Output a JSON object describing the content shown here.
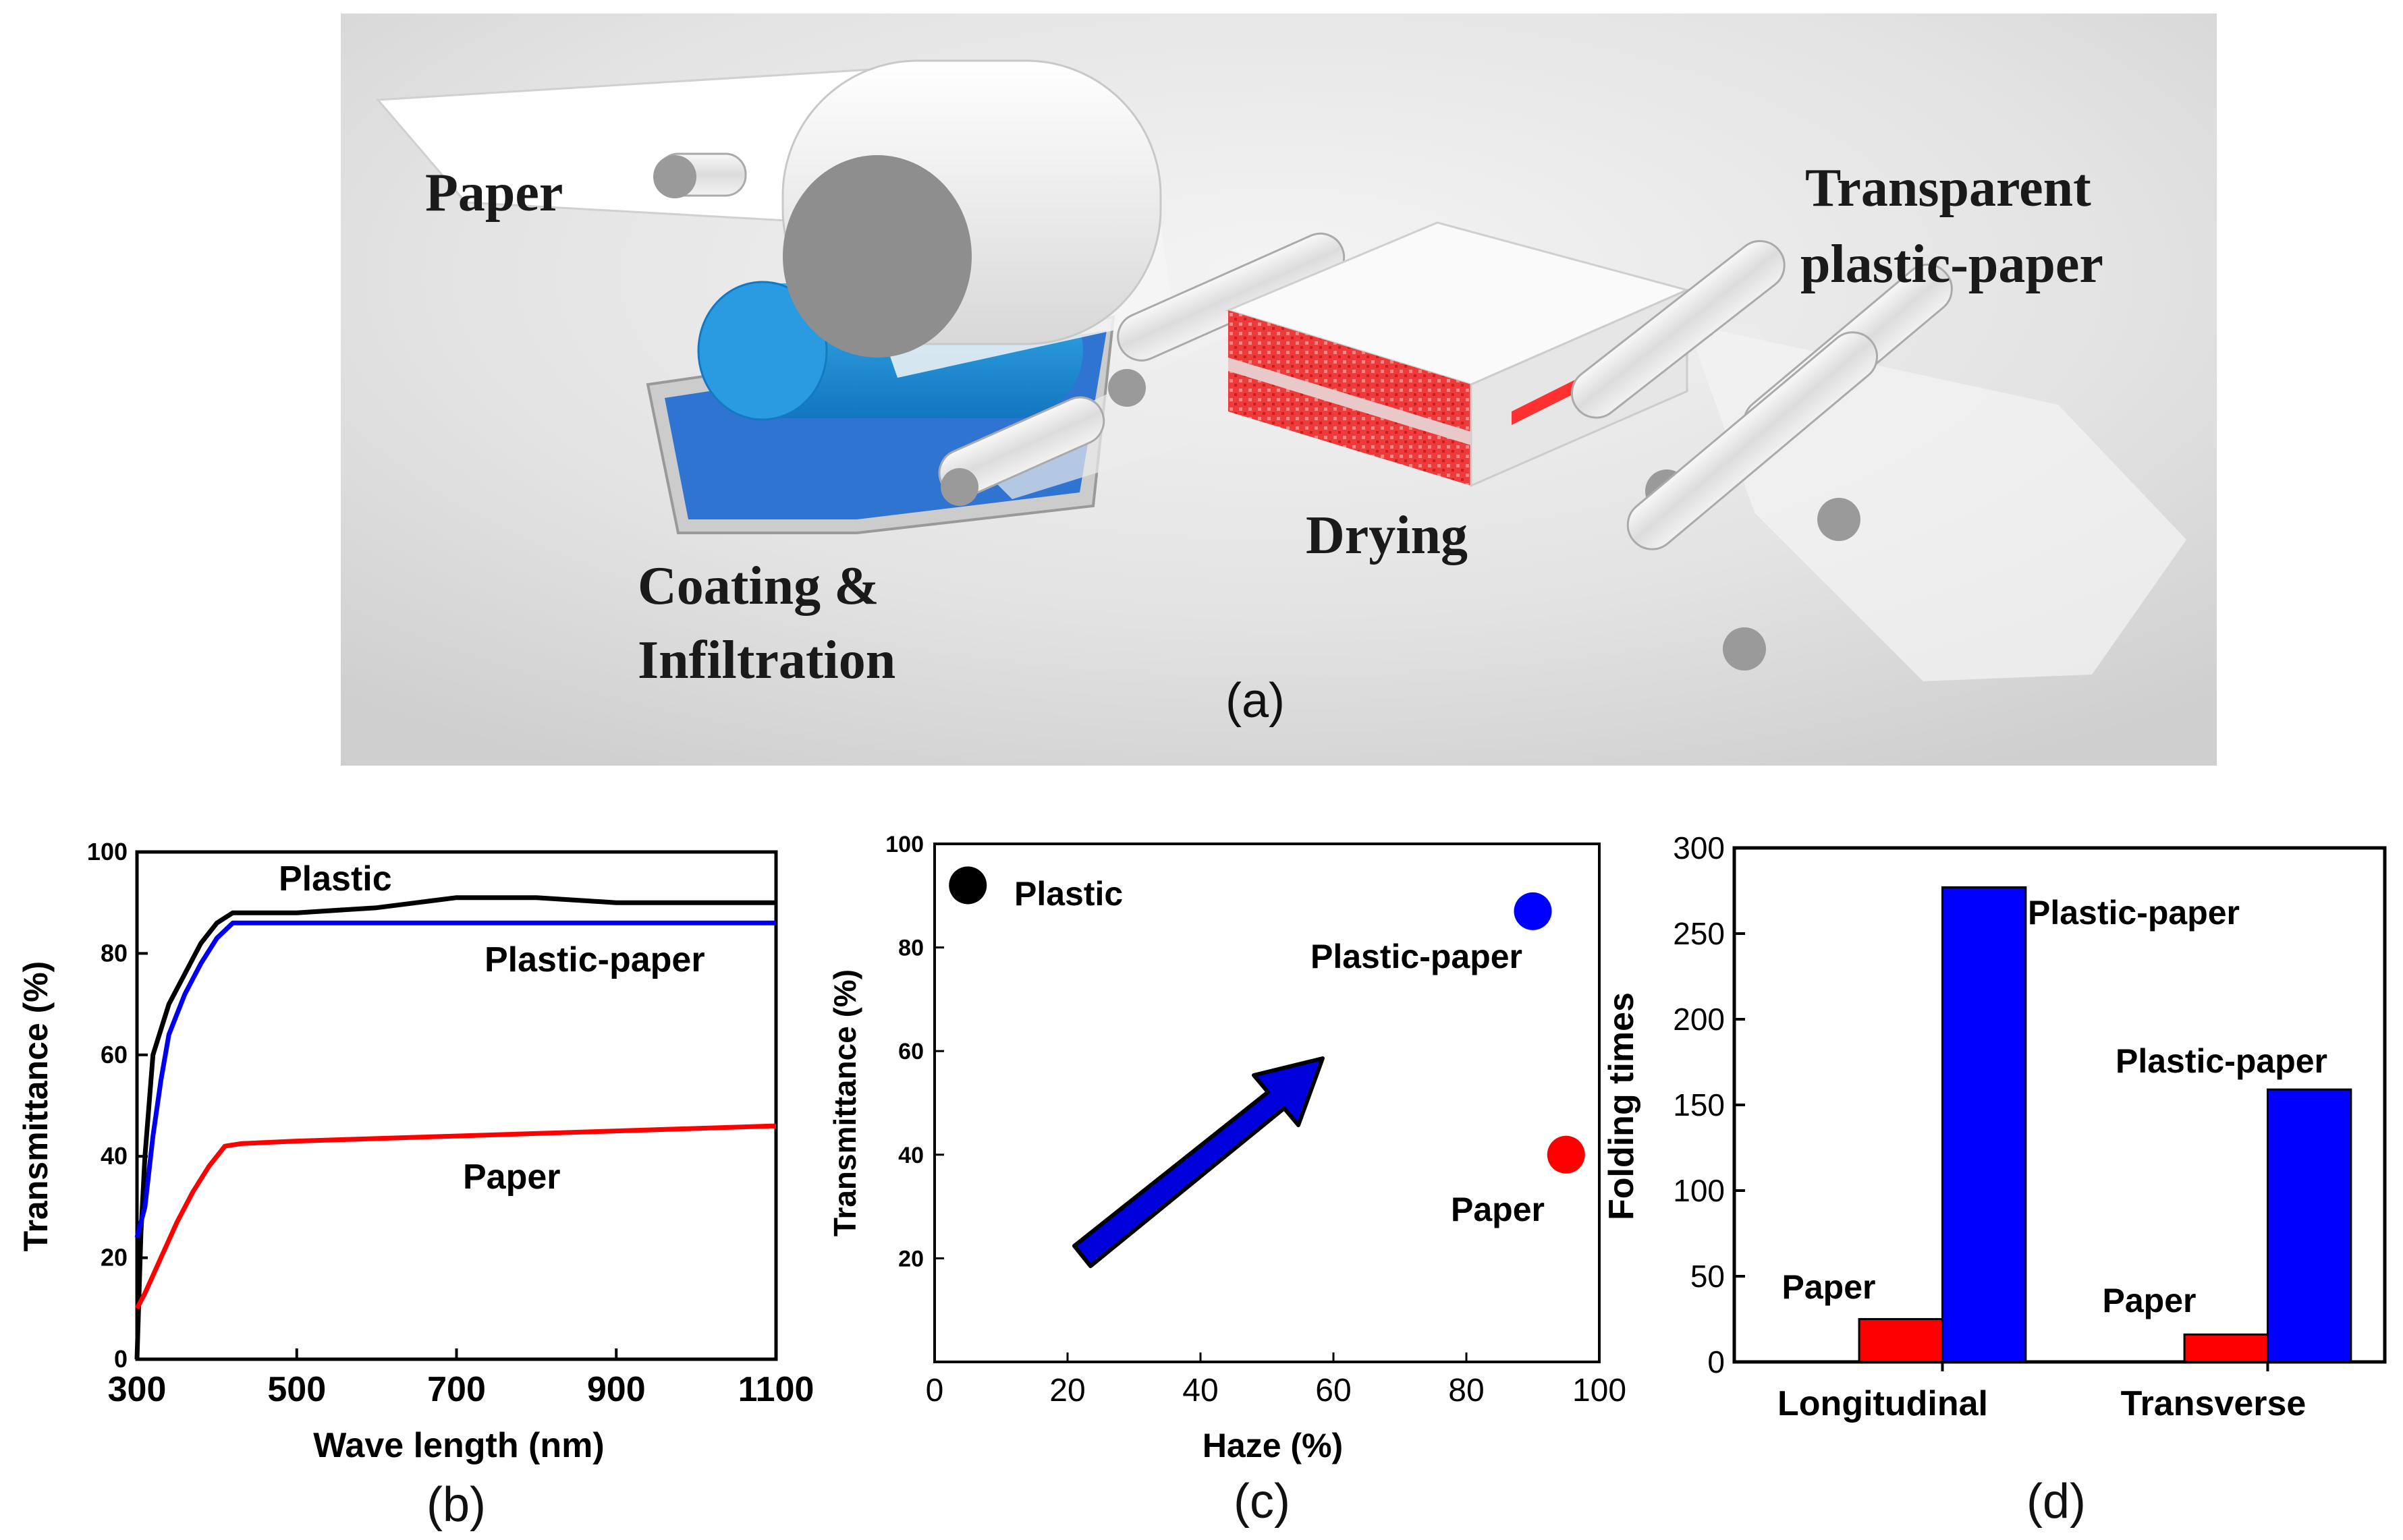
{
  "panel_a": {
    "labels": {
      "paper": "Paper",
      "transparent_1": "Transparent",
      "transparent_2": "plastic-paper",
      "coating_1": "Coating &",
      "coating_2": "Infiltration",
      "drying": "Drying"
    },
    "caption": "(a)"
  },
  "panel_b": {
    "caption": "(b)"
  },
  "panel_c": {
    "caption": "(c)"
  },
  "panel_d": {
    "caption": "(d)"
  },
  "colors": {
    "plastic": "#000000",
    "plastic_paper": "#0000ee",
    "paper": "#ff0000",
    "bar_paper": "#ff0000",
    "bar_plastic_paper": "#0000ff",
    "arrow": "#0000dd"
  },
  "chart_data": [
    {
      "type": "line",
      "xlabel": "Wave length (nm)",
      "ylabel": "Transmittance (%)",
      "xlim": [
        300,
        1100
      ],
      "ylim": [
        0,
        100
      ],
      "xticks": [
        300,
        500,
        700,
        900,
        1100
      ],
      "yticks": [
        0,
        20,
        40,
        60,
        80,
        100
      ],
      "series": [
        {
          "name": "Plastic",
          "color": "#000000",
          "x": [
            300,
            305,
            310,
            320,
            330,
            340,
            360,
            380,
            400,
            420,
            450,
            500,
            600,
            650,
            700,
            800,
            900,
            1000,
            1100
          ],
          "y": [
            0,
            25,
            40,
            60,
            65,
            70,
            76,
            82,
            86,
            88,
            88,
            88,
            89,
            90,
            91,
            91,
            90,
            90,
            90
          ]
        },
        {
          "name": "Plastic-paper",
          "color": "#0000ee",
          "x": [
            300,
            310,
            320,
            330,
            340,
            360,
            380,
            400,
            420,
            450,
            500,
            700,
            900,
            1100
          ],
          "y": [
            24,
            30,
            44,
            55,
            64,
            72,
            78,
            83,
            86,
            86,
            86,
            86,
            86,
            86
          ]
        },
        {
          "name": "Paper",
          "color": "#ff0000",
          "x": [
            300,
            310,
            330,
            350,
            370,
            390,
            410,
            430,
            500,
            700,
            900,
            1100
          ],
          "y": [
            10,
            13,
            20,
            27,
            33,
            38,
            42,
            42.5,
            43,
            44,
            45,
            46
          ]
        }
      ]
    },
    {
      "type": "scatter",
      "xlabel": "Haze (%)",
      "ylabel": "Transmittance (%)",
      "xlim": [
        0,
        100
      ],
      "ylim": [
        0,
        100
      ],
      "xticks": [
        0,
        20,
        40,
        60,
        80,
        100
      ],
      "yticks": [
        20,
        40,
        60,
        80,
        100
      ],
      "points": [
        {
          "name": "Plastic",
          "x": 5,
          "y": 92,
          "color": "#000000"
        },
        {
          "name": "Plastic-paper",
          "x": 90,
          "y": 87,
          "color": "#0000ff"
        },
        {
          "name": "Paper",
          "x": 95,
          "y": 40,
          "color": "#ff0000"
        }
      ]
    },
    {
      "type": "bar",
      "categories": [
        "Longitudinal",
        "Transverse"
      ],
      "ylabel": "Folding times",
      "ylim": [
        0,
        300
      ],
      "yticks": [
        0,
        50,
        100,
        150,
        200,
        250,
        300
      ],
      "series": [
        {
          "name": "Paper",
          "color": "#ff0000",
          "values": [
            25,
            16
          ]
        },
        {
          "name": "Plastic-paper",
          "color": "#0000ff",
          "values": [
            277,
            159
          ]
        }
      ]
    }
  ]
}
